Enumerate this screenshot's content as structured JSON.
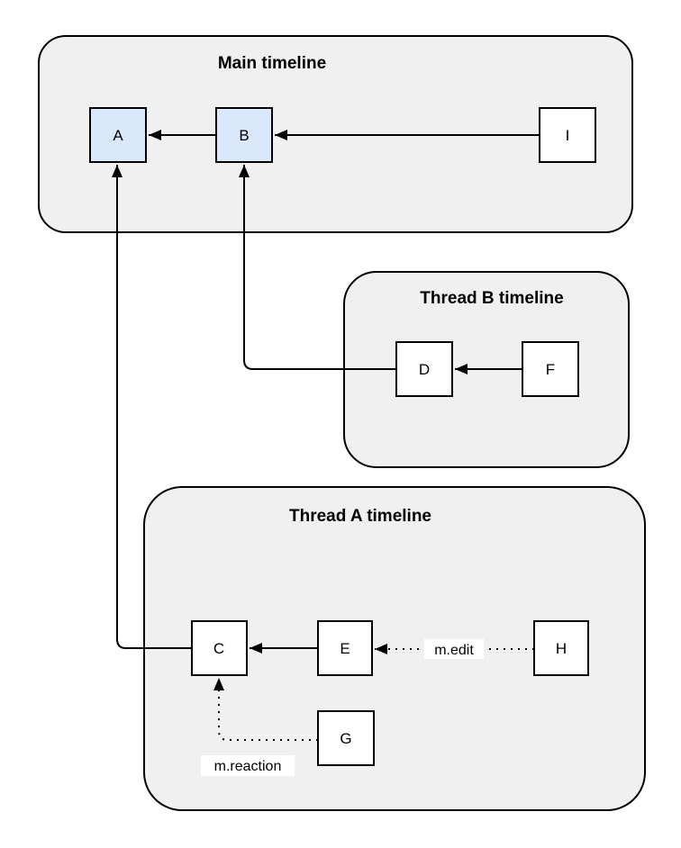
{
  "colors": {
    "page_background": "#ffffff",
    "container_fill": "#f0f0f0",
    "container_stroke": "#000000",
    "node_stroke": "#000000",
    "node_fill_highlight": "#dae8fc",
    "node_fill_default": "#ffffff",
    "edge_color": "#000000",
    "edge_label_bg": "#ffffff",
    "text_color": "#000000"
  },
  "containers": [
    {
      "id": "main-timeline",
      "title": "Main timeline"
    },
    {
      "id": "thread-b-timeline",
      "title": "Thread B timeline"
    },
    {
      "id": "thread-a-timeline",
      "title": "Thread A timeline"
    }
  ],
  "nodes": [
    {
      "id": "A",
      "label": "A",
      "fill": "#dae8fc",
      "container": "main-timeline"
    },
    {
      "id": "B",
      "label": "B",
      "fill": "#dae8fc",
      "container": "main-timeline"
    },
    {
      "id": "I",
      "label": "I",
      "fill": "#ffffff",
      "container": "main-timeline"
    },
    {
      "id": "D",
      "label": "D",
      "fill": "#ffffff",
      "container": "thread-b-timeline"
    },
    {
      "id": "F",
      "label": "F",
      "fill": "#ffffff",
      "container": "thread-b-timeline"
    },
    {
      "id": "C",
      "label": "C",
      "fill": "#ffffff",
      "container": "thread-a-timeline"
    },
    {
      "id": "E",
      "label": "E",
      "fill": "#ffffff",
      "container": "thread-a-timeline"
    },
    {
      "id": "H",
      "label": "H",
      "fill": "#ffffff",
      "container": "thread-a-timeline"
    },
    {
      "id": "G",
      "label": "G",
      "fill": "#ffffff",
      "container": "thread-a-timeline"
    }
  ],
  "edges": [
    {
      "from": "B",
      "to": "A",
      "style": "solid",
      "label": ""
    },
    {
      "from": "I",
      "to": "B",
      "style": "solid",
      "label": ""
    },
    {
      "from": "F",
      "to": "D",
      "style": "solid",
      "label": ""
    },
    {
      "from": "D",
      "to": "B",
      "style": "solid",
      "label": ""
    },
    {
      "from": "C",
      "to": "A",
      "style": "solid",
      "label": ""
    },
    {
      "from": "E",
      "to": "C",
      "style": "solid",
      "label": ""
    },
    {
      "from": "H",
      "to": "E",
      "style": "dotted",
      "label": "m.edit"
    },
    {
      "from": "G",
      "to": "C",
      "style": "dotted",
      "label": "m.reaction"
    }
  ]
}
